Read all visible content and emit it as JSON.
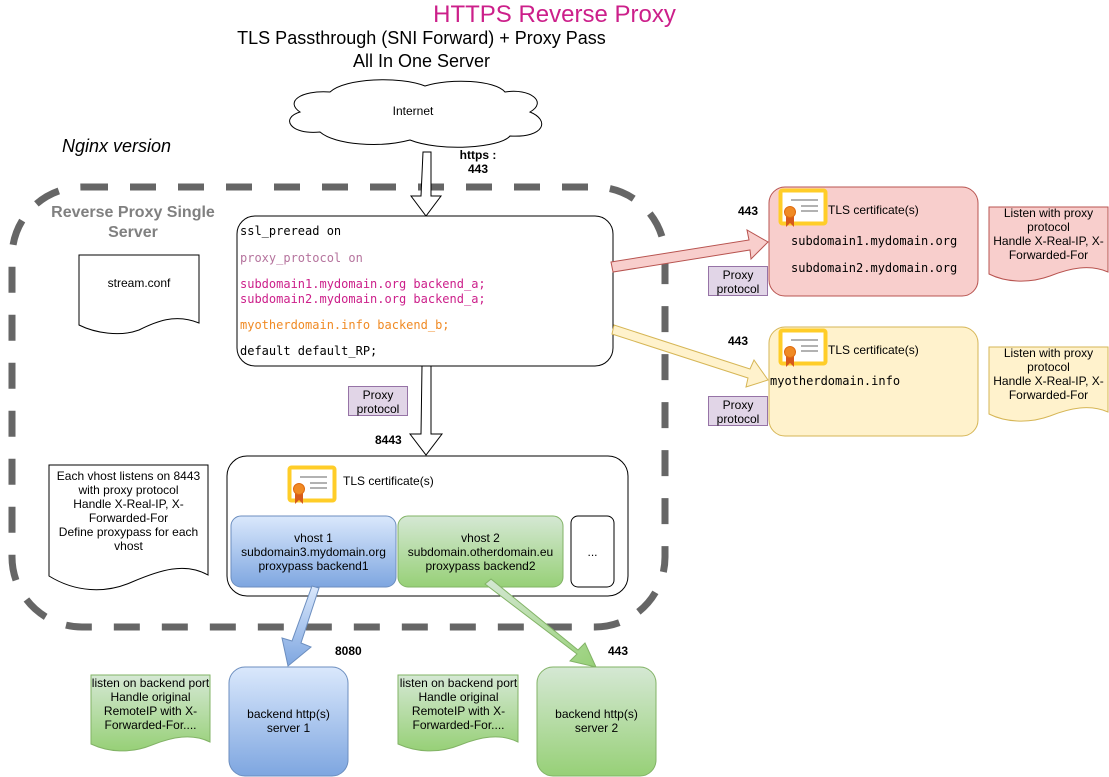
{
  "title": "HTTPS Reverse Proxy",
  "subtitle_lines": [
    "TLS Passthrough (SNI Forward) + Proxy Pass",
    "All In One Server"
  ],
  "internet_label": "Internet",
  "internet_port_label": "https :\n443",
  "version_label": "Nginx version",
  "server_group": {
    "title": "Reverse Proxy Single\nServer",
    "stream_file_label": "stream.conf"
  },
  "stream_config": {
    "lines": [
      {
        "text": "ssl_preread on",
        "color": "#000000"
      },
      {
        "text": "proxy_protocol on",
        "color": "#b5739d"
      },
      {
        "text": "subdomain1.mydomain.org backend_a;",
        "color": "#cc1f8a"
      },
      {
        "text": "subdomain2.mydomain.org backend_a;",
        "color": "#cc1f8a"
      },
      {
        "text": "myotherdomain.info backend_b;",
        "color": "#f08a24"
      },
      {
        "text": "default default_RP;",
        "color": "#000000"
      }
    ]
  },
  "proxy_protocol_label": "Proxy\nprotocol",
  "internal_port_label": "8443",
  "vhost_container": {
    "cert_label": "TLS certificate(s)",
    "note": "Each vhost listens on 8443\nwith proxy protocol\nHandle X-Real-IP, X-\nForwarded-For\nDefine proxypass for each\nvhost",
    "vhosts": [
      {
        "lines": "vhost 1\nsubdomain3.mydomain.org\nproxypass backend1"
      },
      {
        "lines": "vhost 2\nsubdomain.otherdomain.eu\nproxypass backend2"
      }
    ],
    "more_label": "..."
  },
  "backend_a": {
    "port_label": "443",
    "cert_label": "TLS certificate(s)",
    "domains": [
      "subdomain1.mydomain.org",
      "subdomain2.mydomain.org"
    ],
    "note": "Listen with proxy\nprotocol\nHandle X-Real-IP, X-\nForwarded-For",
    "color_fill": "#f8cecc",
    "color_stroke": "#b85450"
  },
  "backend_b": {
    "port_label": "443",
    "cert_label": "TLS certificate(s)",
    "domains": [
      "myotherdomain.info"
    ],
    "note": "Listen with proxy\nprotocol\nHandle X-Real-IP, X-\nForwarded-For",
    "color_fill": "#fff2cc",
    "color_stroke": "#d6b656"
  },
  "backend_servers": [
    {
      "label": "backend http(s)\nserver 1",
      "port_label": "8080",
      "note": "listen on backend port\nHandle original\nRemoteIP with X-\nForwarded-For...."
    },
    {
      "label": "backend http(s)\nserver 2",
      "port_label": "443",
      "note": "listen on backend port\nHandle original\nRemoteIP with X-\nForwarded-For...."
    }
  ]
}
